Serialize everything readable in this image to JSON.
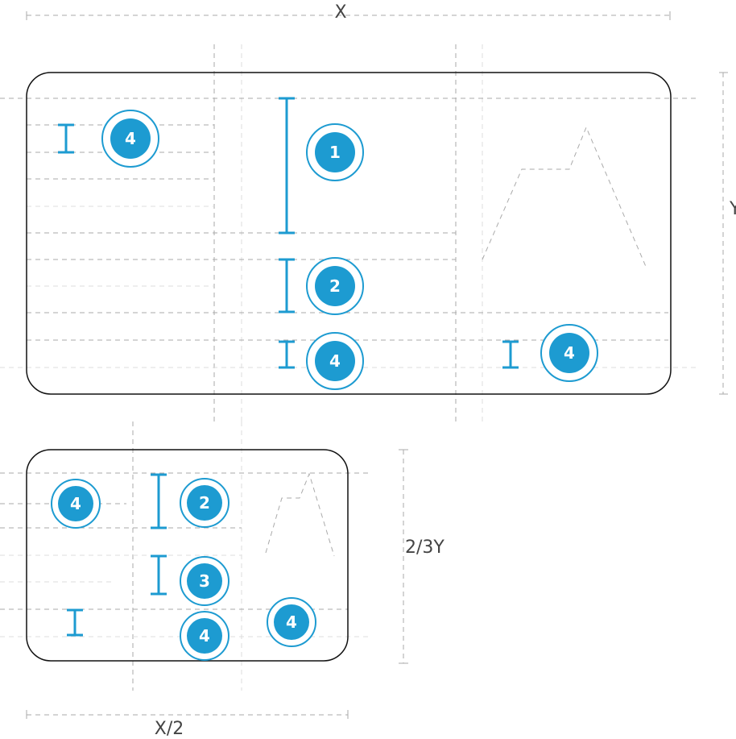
{
  "dimensions": {
    "width_label": "X",
    "height_label": "Y",
    "half_width_label": "X/2",
    "two_thirds_height_label": "2/3Y"
  },
  "large_layout": {
    "badges": [
      "4",
      "1",
      "2",
      "4",
      "4"
    ]
  },
  "small_layout": {
    "badges": [
      "4",
      "2",
      "3",
      "4",
      "4"
    ]
  },
  "colors": {
    "accent": "#1d9bd1",
    "guide": "#aaaaaa",
    "outline": "#111111"
  }
}
